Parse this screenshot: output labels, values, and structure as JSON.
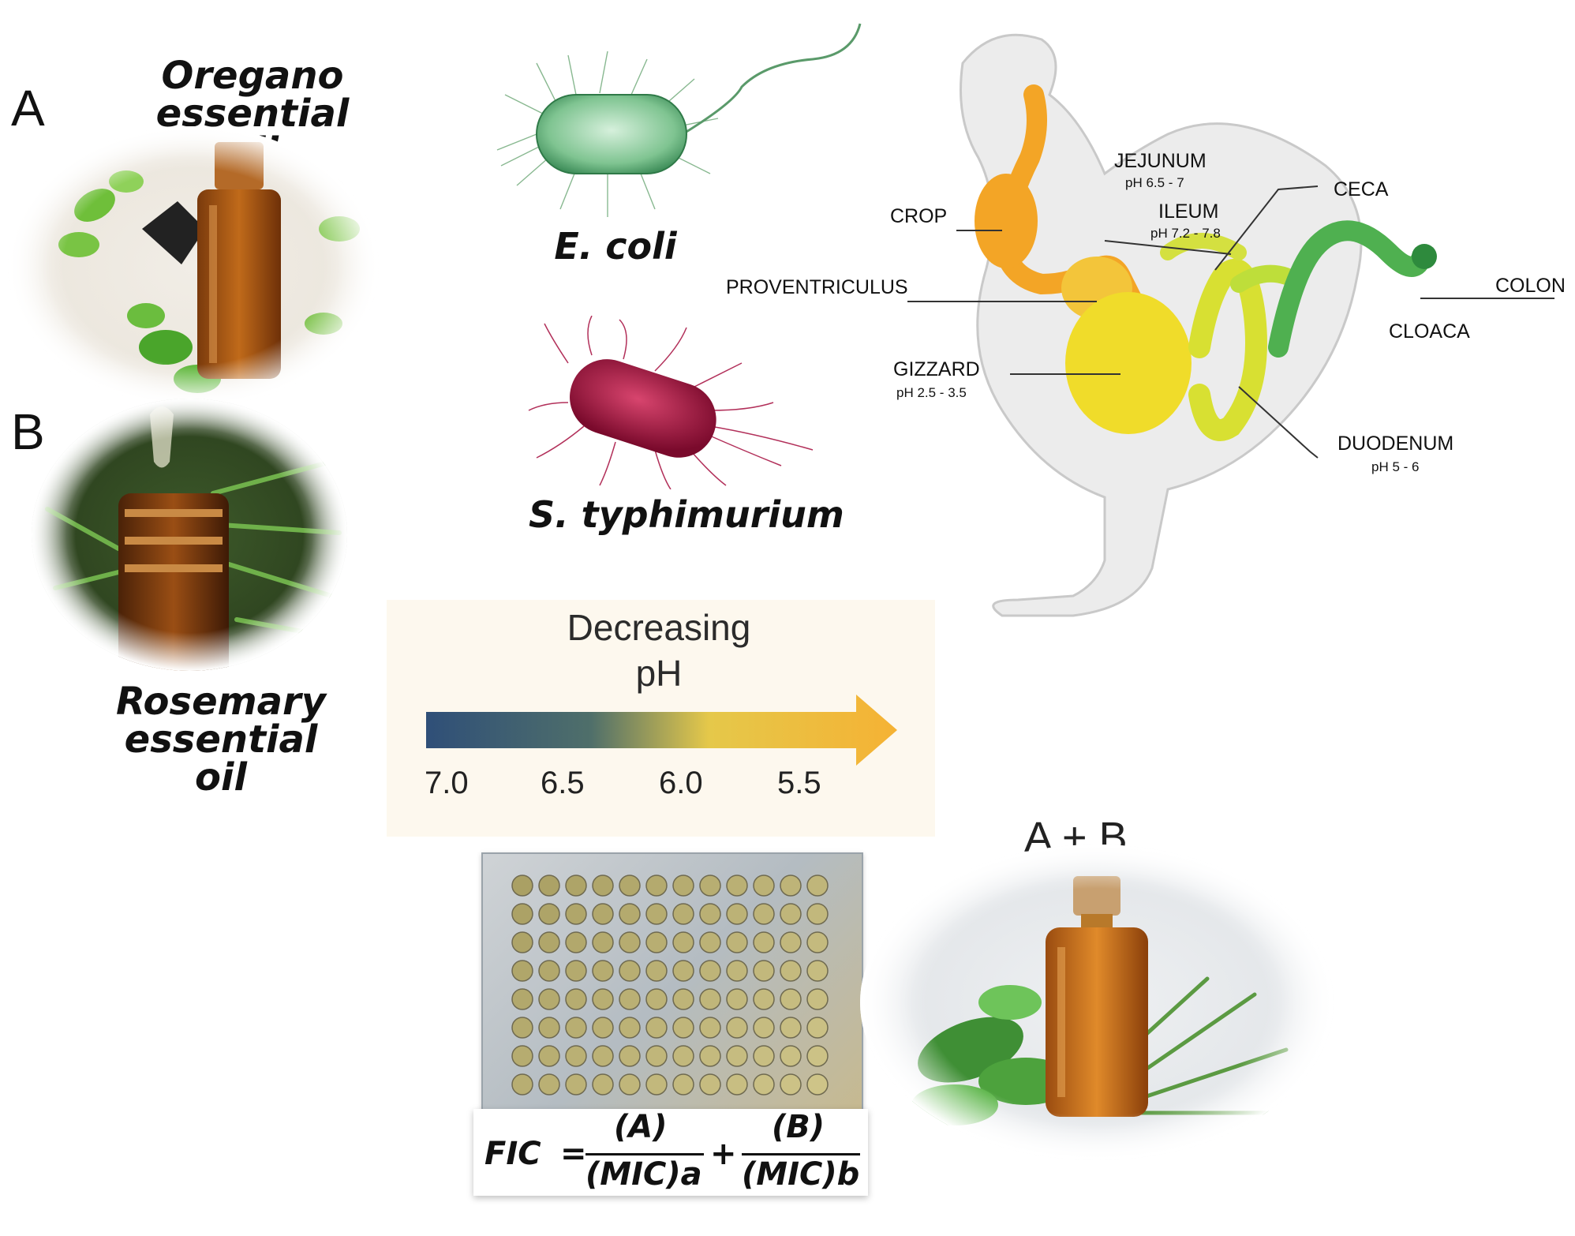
{
  "panels": {
    "a_letter": "A",
    "b_letter": "B",
    "oregano_line1": "Oregano",
    "oregano_line2": "essential oil",
    "rosemary_line1": "Rosemary",
    "rosemary_line2": "essential oil"
  },
  "bacteria": {
    "ecoli": "E. coli",
    "styph": "S. typhimurium"
  },
  "chicken": {
    "crop": "CROP",
    "proventriculus": "PROVENTRICULUS",
    "gizzard": "GIZZARD",
    "gizzard_ph": "pH 2.5 - 3.5",
    "jejunum": "JEJUNUM",
    "jejunum_ph": "pH 6.5 - 7",
    "ileum": "ILEUM",
    "ileum_ph": "pH 7.2 - 7.8",
    "ceca": "CECA",
    "colon": "COLON",
    "cloaca": "CLOACA",
    "duodenum": "DUODENUM",
    "duodenum_ph": "pH 5 - 6"
  },
  "ph_scale": {
    "title_line1": "Decreasing",
    "title_line2": "pH",
    "ticks": [
      "7.0",
      "6.5",
      "6.0",
      "5.5"
    ]
  },
  "combo": {
    "label": "A + B"
  },
  "formula": {
    "lhs": "FIC",
    "eq": "=",
    "num_a": "(A)",
    "den_a": "(MIC)a",
    "plus": "+",
    "num_b": "(B)",
    "den_b": "(MIC)b"
  },
  "colors": {
    "gradient_start": "#2f4f78",
    "gradient_end": "#f5b234",
    "ecoli_green": "#5fae7a",
    "styph_crimson": "#a0123f",
    "crop_orange": "#f3a526",
    "gut_yellow": "#f0dc2a",
    "ceca_green": "#4fb050"
  }
}
